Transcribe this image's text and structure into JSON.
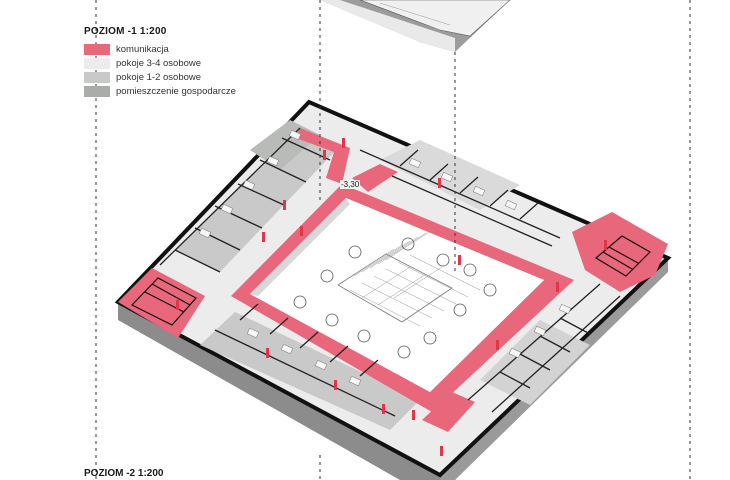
{
  "legend": {
    "title": "POZIOM -1 1:200",
    "items": [
      {
        "label": "komunikacja",
        "color": "#e8677a"
      },
      {
        "label": "pokoje 3-4 osobowe",
        "color": "#ececec"
      },
      {
        "label": "pokoje 1-2 osobowe",
        "color": "#c9c9c9"
      },
      {
        "label": "pomieszczenie gospodarcze",
        "color": "#a9aca8"
      }
    ]
  },
  "level_label": "POZIOM -2 1:200",
  "dimension": "-3,30",
  "colors": {
    "circulation": "#e8677a",
    "wall": "#111111",
    "room_light": "#ececec",
    "room_mid": "#c9c9c9",
    "storage": "#a9aca8",
    "courtyard": "#ffffff",
    "side_face": "#8a8a8a"
  }
}
